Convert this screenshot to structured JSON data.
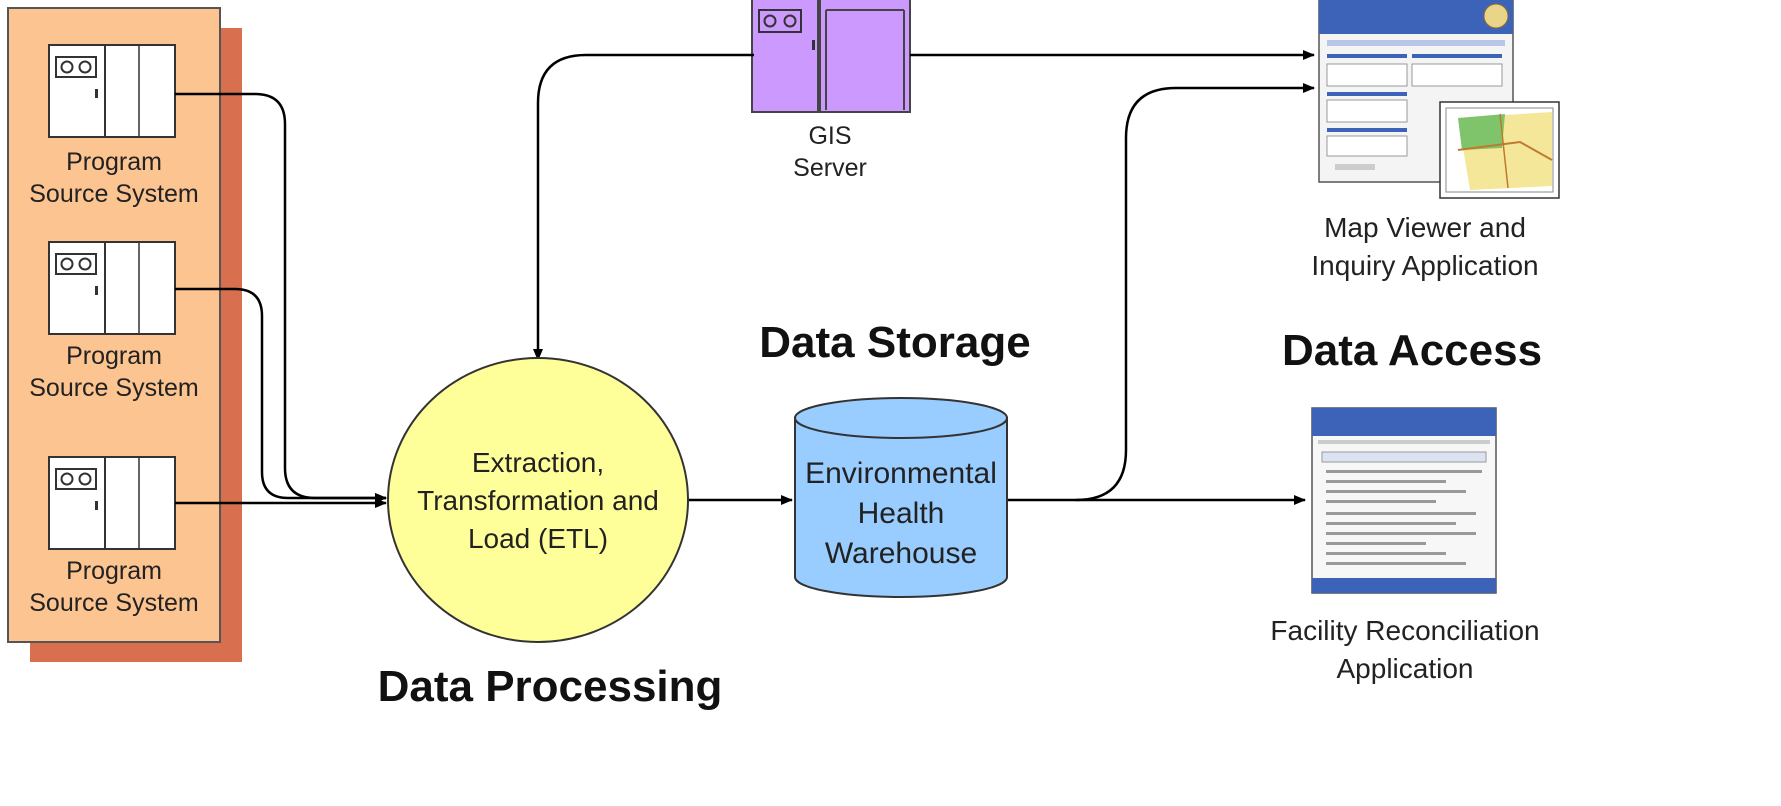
{
  "diagram": {
    "source_systems": [
      {
        "line1": "Program",
        "line2": "Source System"
      },
      {
        "line1": "Program",
        "line2": "Source System"
      },
      {
        "line1": "Program",
        "line2": "Source System"
      }
    ],
    "gis_server": {
      "line1": "GIS",
      "line2": "Server"
    },
    "etl": {
      "line1": "Extraction,",
      "line2": "Transformation and",
      "line3": "Load (ETL)"
    },
    "warehouse": {
      "line1": "Environmental",
      "line2": "Health",
      "line3": "Warehouse"
    },
    "map_viewer": {
      "line1": "Map Viewer and",
      "line2": "Inquiry Application"
    },
    "facility_app": {
      "line1": "Facility Reconciliation",
      "line2": "Application"
    },
    "headings": {
      "data_storage": "Data Storage",
      "data_access": "Data Access",
      "data_processing": "Data Processing"
    },
    "colors": {
      "source_panel": "#fcc491",
      "source_shadow": "#d8704f",
      "gis_server": "#cc99ff",
      "etl": "#ffff99",
      "warehouse": "#99ccff",
      "screenshot_header": "#3d63b8",
      "map_green": "#7fc46a",
      "map_yellow": "#f5e79a"
    }
  }
}
